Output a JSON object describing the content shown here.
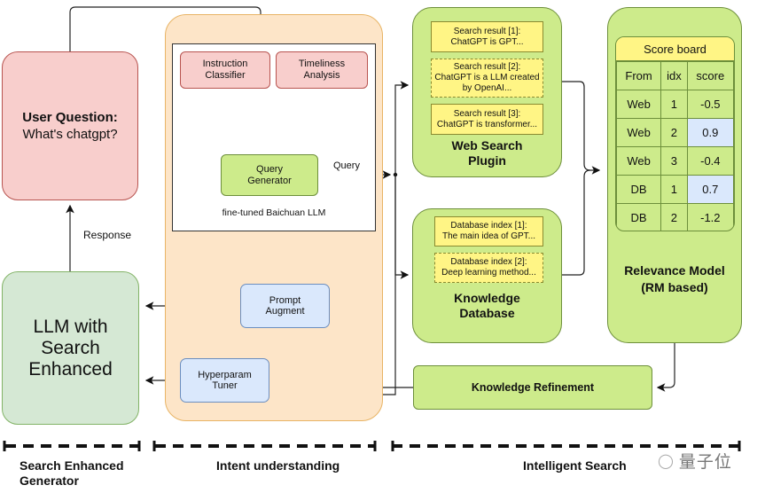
{
  "user_question": {
    "title": "User Question:",
    "text": "What's chatgpt?"
  },
  "response_label": "Response",
  "llm_box": {
    "label": "LLM with Search Enhanced",
    "lines": [
      "LLM with",
      "Search",
      "Enhanced"
    ]
  },
  "intent": {
    "instruction_classifier": [
      "Instruction",
      "Classifier"
    ],
    "timeliness_analysis": [
      "Timeliness",
      "Analysis"
    ],
    "query_generator": [
      "Query",
      "Generator"
    ],
    "inner_label": "fine-tuned Baichuan LLM",
    "query_label": "Query",
    "prompt_augment": [
      "Prompt",
      "Augment"
    ],
    "hyperparam_tuner": [
      "Hyperparam",
      "Tuner"
    ]
  },
  "web_search": {
    "title": [
      "Web Search",
      "Plugin"
    ],
    "results": [
      {
        "lines": [
          "Search result [1]:",
          "ChatGPT is GPT..."
        ],
        "dashed": false
      },
      {
        "lines": [
          "Search result [2]:",
          "ChatGPT is a LLM created",
          "by OpenAI..."
        ],
        "dashed": true
      },
      {
        "lines": [
          "Search result [3]:",
          "ChatGPT is transformer..."
        ],
        "dashed": false
      }
    ]
  },
  "knowledge_db": {
    "title": [
      "Knowledge",
      "Database"
    ],
    "entries": [
      {
        "lines": [
          "Database index [1]:",
          "The main idea of GPT..."
        ],
        "dashed": false
      },
      {
        "lines": [
          "Database index [2]:",
          "Deep learning method..."
        ],
        "dashed": true
      }
    ]
  },
  "score_board": {
    "title": "Score board",
    "headers": [
      "From",
      "idx",
      "score"
    ],
    "rows": [
      {
        "from": "Web",
        "idx": "1",
        "score": "-0.5",
        "highlight": false
      },
      {
        "from": "Web",
        "idx": "2",
        "score": "0.9",
        "highlight": true
      },
      {
        "from": "Web",
        "idx": "3",
        "score": "-0.4",
        "highlight": false
      },
      {
        "from": "DB",
        "idx": "1",
        "score": "0.7",
        "highlight": true
      },
      {
        "from": "DB",
        "idx": "2",
        "score": "-1.2",
        "highlight": false
      }
    ]
  },
  "relevance_model": [
    "Relevance Model",
    "(RM based)"
  ],
  "knowledge_refinement": "Knowledge Refinement",
  "sections": {
    "generator": [
      "Search Enhanced",
      "Generator"
    ],
    "intent": "Intent understanding",
    "search": "Intelligent Search"
  },
  "watermark": "量子位",
  "colors": {
    "pink": "#f8cecc",
    "green": "#cdeb8b",
    "light_green": "#d5e8d4",
    "blue": "#dae8fc",
    "orange": "#fde5c8",
    "yellow": "#fff585"
  }
}
